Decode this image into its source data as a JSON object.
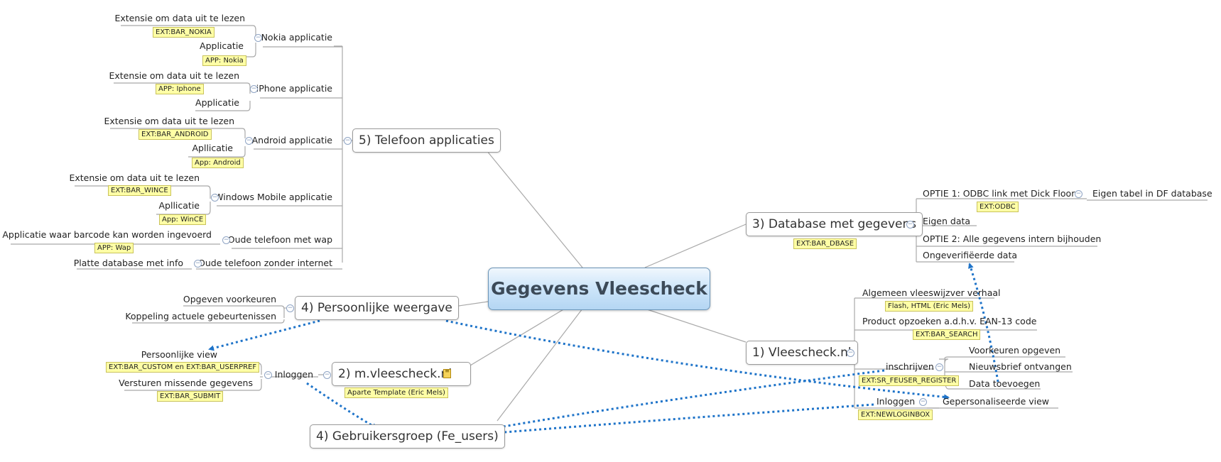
{
  "central_topic": "Gegevens Vleescheck",
  "colors": {
    "center": "#cfe6fa",
    "tag": "#ffffa6",
    "arrow": "#1f74c9",
    "line": "#a9a9a9"
  },
  "topic_telefoon": {
    "title": "5) Telefoon applicaties",
    "nokia": {
      "label": "Nokia applicatie",
      "ext_label": "Extensie om data uit te lezen",
      "ext_tag": "EXT:BAR_NOKIA",
      "app_label": "Applicatie",
      "app_tag": "APP: Nokia"
    },
    "iphone": {
      "label": "iPhone applicatie",
      "ext_label": "Extensie om data uit te lezen",
      "ext_tag": "APP: Iphone",
      "app_label": "Applicatie"
    },
    "android": {
      "label": "Android applicatie",
      "ext_label": "Extensie om data uit te lezen",
      "ext_tag": "EXT:BAR_ANDROID",
      "app_label": "Apllicatie",
      "app_tag": "App: Android"
    },
    "windows": {
      "label": "Windows Mobile applicatie",
      "ext_label": "Extensie om data uit te lezen",
      "ext_tag": "EXT:BAR_WINCE",
      "app_label": "Apllicatie",
      "app_tag": "App: WinCE"
    },
    "wap": {
      "label": "Oude telefoon met wap",
      "child": "Applicatie waar barcode kan worden ingevoerd",
      "child_tag": "APP: Wap"
    },
    "no_internet": {
      "label": "Oude telefoon zonder internet",
      "child": "Platte database met info"
    }
  },
  "topic_persoonlijk": {
    "title": "4) Persoonlijke weergave",
    "children": [
      "Opgeven voorkeuren",
      "Koppeling actuele gebeurtenissen"
    ]
  },
  "topic_mobiel": {
    "title": "2) m.vleescheck.nl",
    "tag": "Aparte Template (Eric Mels)",
    "inloggen": "Inloggen",
    "view": "Persoonlijke view",
    "view_tag": "EXT:BAR_CUSTOM en EXT:BAR_USERPREF",
    "versturen": "Versturen missende gegevens",
    "versturen_tag": "EXT:BAR_SUBMIT"
  },
  "topic_gebruikers": {
    "title": "4) Gebruikersgroep (Fe_users)"
  },
  "topic_database": {
    "title": "3) Database met gegevens",
    "tag": "EXT:BAR_DBASE",
    "optie1": "OPTIE 1: ODBC link met Dick Floor",
    "optie1_tag": "EXT:ODBC",
    "optie1_child": "Eigen tabel in DF database",
    "eigen_data": "Eigen data",
    "optie2": "OPTIE 2: Alle gegevens intern bijhouden",
    "ongeverifieerd": "Ongeverifiëerde data"
  },
  "topic_vleescheck": {
    "title": "1) Vleescheck.nl",
    "algemeen": "Algemeen vleeswijzver verhaal",
    "algemeen_tag": "Flash, HTML (Eric Mels)",
    "product": "Product opzoeken a.d.h.v. EAN-13 code",
    "product_tag": "EXT:BAR_SEARCH",
    "inschrijven": "inschrijven",
    "inschrijven_tag": "EXT:SR_FEUSER_REGISTER",
    "voorkeuren": "Voorkeuren opgeven",
    "nieuwsbrief": "Nieuwsbrief ontvangen",
    "data_toevoegen": "Data toevoegen",
    "inloggen": "Inloggen",
    "inloggen_tag": "EXT:NEWLOGINBOX",
    "gepersonaliseerd": "Gepersonaliseerde view"
  }
}
